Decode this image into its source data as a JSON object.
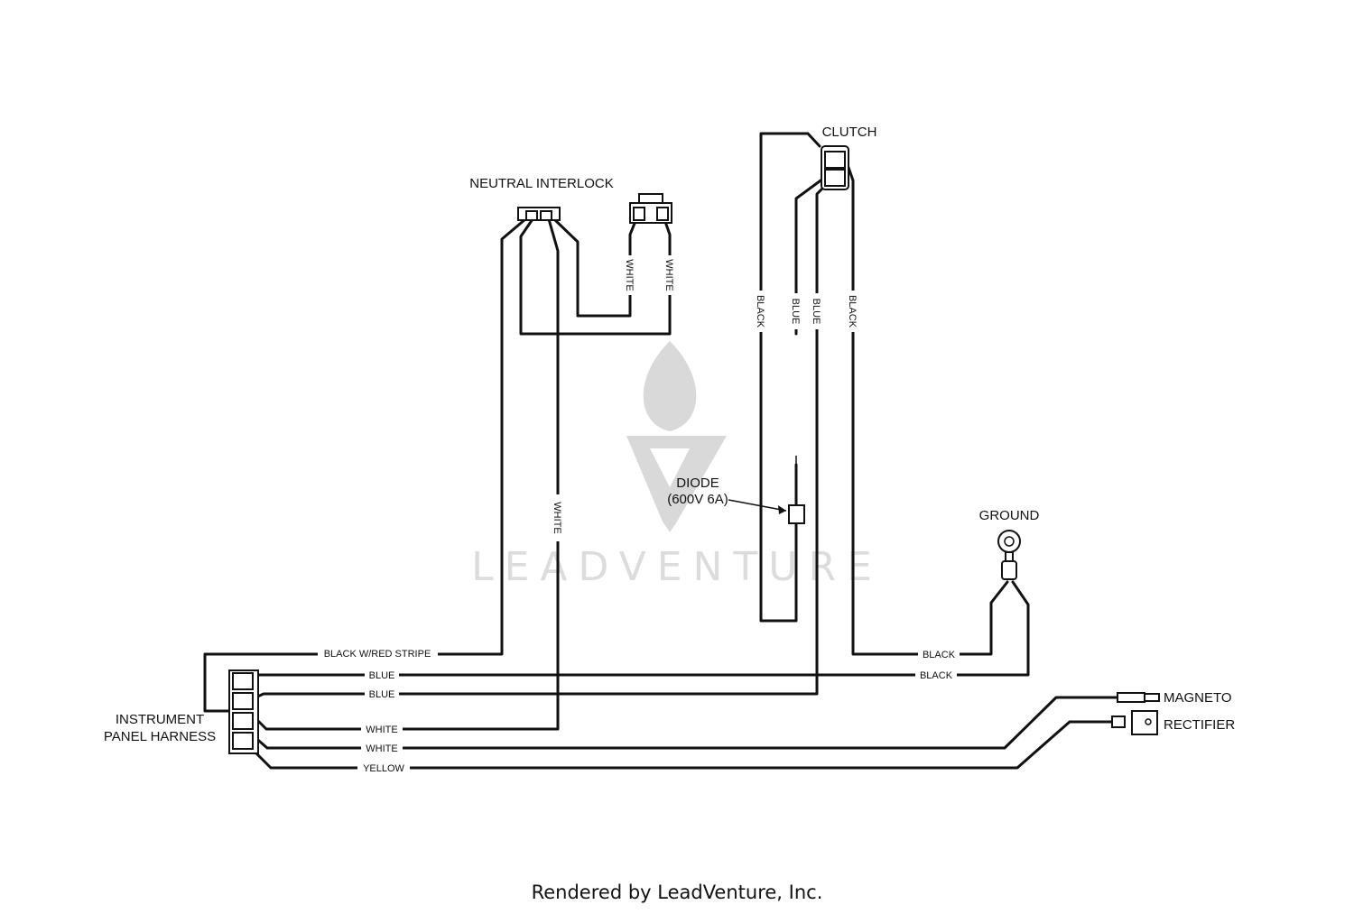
{
  "components": {
    "neutral_interlock": "NEUTRAL INTERLOCK",
    "clutch": "CLUTCH",
    "diode": "DIODE",
    "diode_rating": "(600V 6A)",
    "ground": "GROUND",
    "instrument_panel_line1": "INSTRUMENT",
    "instrument_panel_line2": "PANEL HARNESS",
    "magneto": "MAGNETO",
    "rectifier": "RECTIFIER"
  },
  "wires": {
    "black_red_stripe": "BLACK W/RED STRIPE",
    "blue_1": "BLUE",
    "blue_2": "BLUE",
    "white_1": "WHITE",
    "white_2": "WHITE",
    "yellow": "YELLOW",
    "black_ground_1": "BLACK",
    "black_ground_2": "BLACK",
    "white_vertical": "WHITE",
    "white_interlock_1": "WHITE",
    "white_interlock_2": "WHITE",
    "clutch_black_left": "BLACK",
    "clutch_blue_1": "BLUE",
    "clutch_blue_2": "BLUE",
    "clutch_black_right": "BLACK"
  },
  "watermark": "LEADVENTURE",
  "footer": "Rendered by LeadVenture, Inc."
}
